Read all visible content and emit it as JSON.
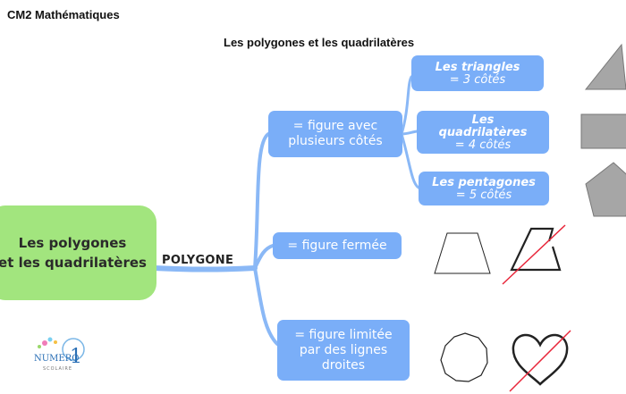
{
  "header": {
    "title": "CM2 Mathématiques"
  },
  "page_title": "Les polygones et les quadrilatères",
  "root": {
    "line1": "Les polygones",
    "line2": "et les quadrilatères"
  },
  "branch_label": "POLYGONE",
  "nodes": {
    "figure_avec": {
      "line1": "= figure avec",
      "line2": "plusieurs côtés"
    },
    "figure_fermee": {
      "line1": "= figure fermée"
    },
    "figure_limitee": {
      "line1": "= figure limitée",
      "line2": "par des lignes",
      "line3": "droites"
    }
  },
  "sub_nodes": {
    "triangles": {
      "name": "Les triangles",
      "sides": "= 3 côtés"
    },
    "quadrilateres": {
      "name_line1": "Les",
      "name_line2": "quadrilatères",
      "sides": "= 4 côtés"
    },
    "pentagones": {
      "name": "Les pentagones",
      "sides": "= 5 côtés"
    }
  },
  "logo": {
    "text_main": "NUMERO",
    "text_digit": "1",
    "text_sub": "SCOLAIRE"
  },
  "colors": {
    "node_blue": "#7aaef8",
    "connector_blue": "#8ab8f6",
    "root_green": "#a2e57e",
    "shape_gray": "#a6a6a6",
    "cross_red": "#e8263a"
  },
  "icons": [
    "triangle-shape",
    "rectangle-shape",
    "pentagon-shape",
    "trapezoid-closed",
    "open-quadrilateral-crossed",
    "decagon-shape",
    "heart-shape-crossed"
  ]
}
